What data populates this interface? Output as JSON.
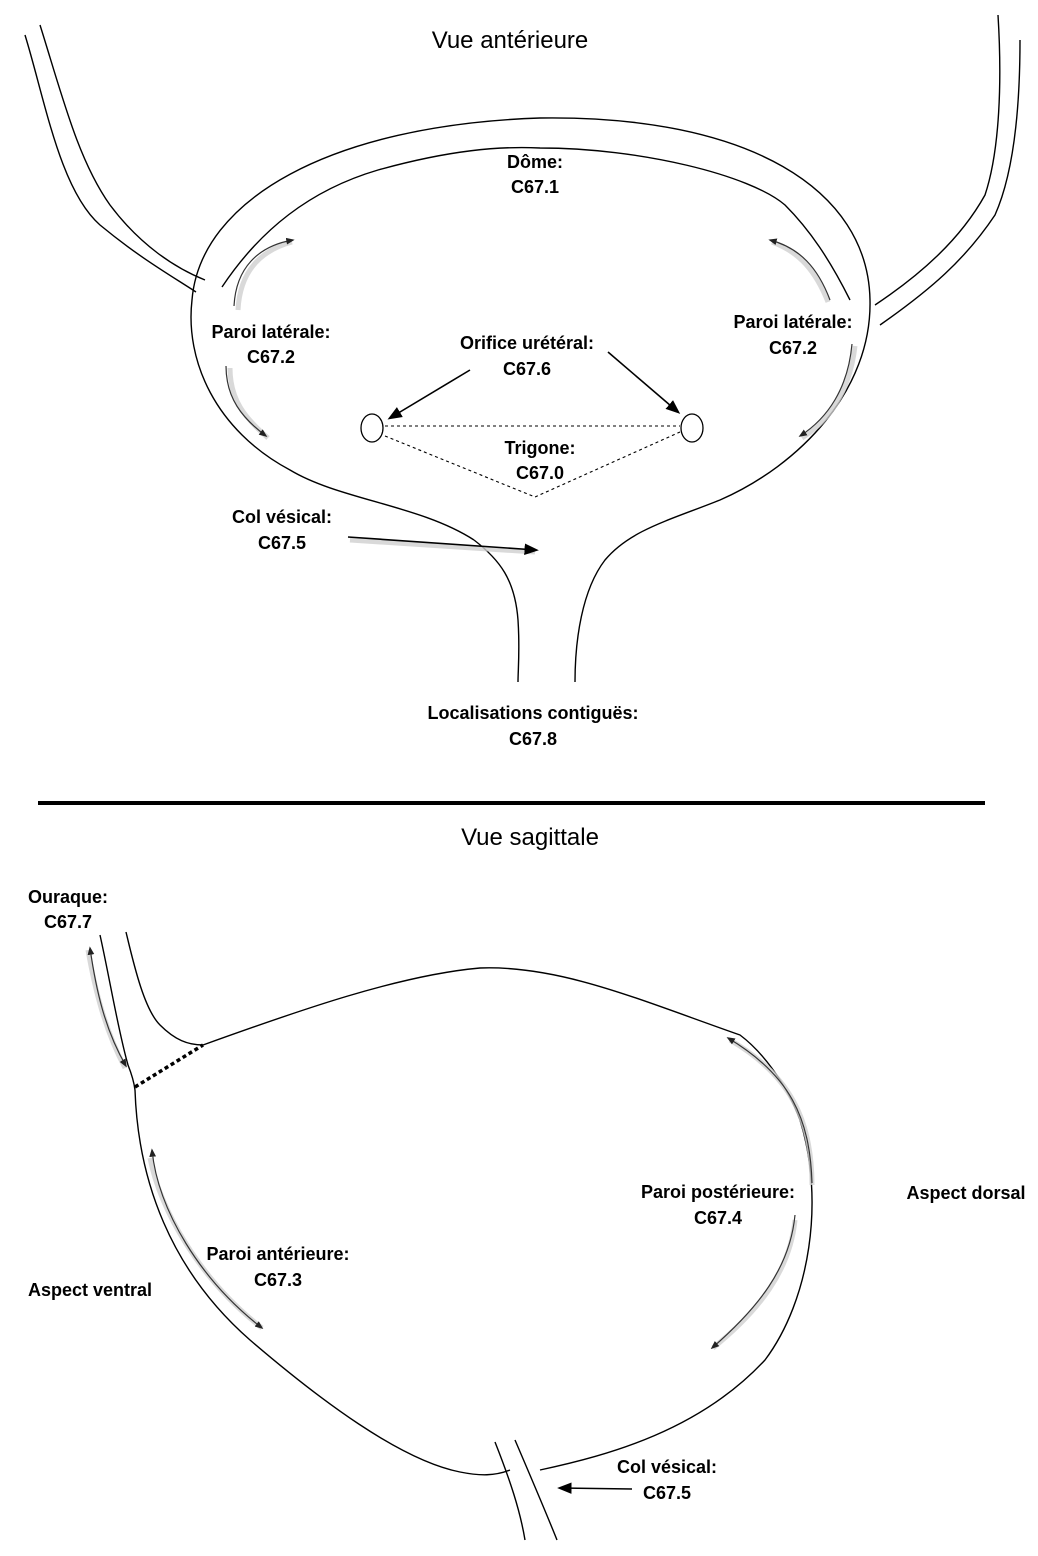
{
  "anterior_view": {
    "title": "Vue antérieure",
    "labels": {
      "dome": {
        "name": "Dôme:",
        "code": "C67.1"
      },
      "lateral_left": {
        "name": "Paroi latérale:",
        "code": "C67.2"
      },
      "lateral_right": {
        "name": "Paroi latérale:",
        "code": "C67.2"
      },
      "ureteral_orifice": {
        "name": "Orifice urétéral:",
        "code": "C67.6"
      },
      "trigone": {
        "name": "Trigone:",
        "code": "C67.0"
      },
      "bladder_neck": {
        "name": "Col vésical:",
        "code": "C67.5"
      },
      "contiguous": {
        "name": "Localisations contiguës:",
        "code": "C67.8"
      }
    }
  },
  "sagittal_view": {
    "title": "Vue sagittale",
    "labels": {
      "urachus": {
        "name": "Ouraque:",
        "code": "C67.7"
      },
      "posterior_wall": {
        "name": "Paroi postérieure:",
        "code": "C67.4"
      },
      "anterior_wall": {
        "name": "Paroi antérieure:",
        "code": "C67.3"
      },
      "bladder_neck": {
        "name": "Col vésical:",
        "code": "C67.5"
      },
      "dorsal": "Aspect dorsal",
      "ventral": "Aspect ventral"
    }
  }
}
